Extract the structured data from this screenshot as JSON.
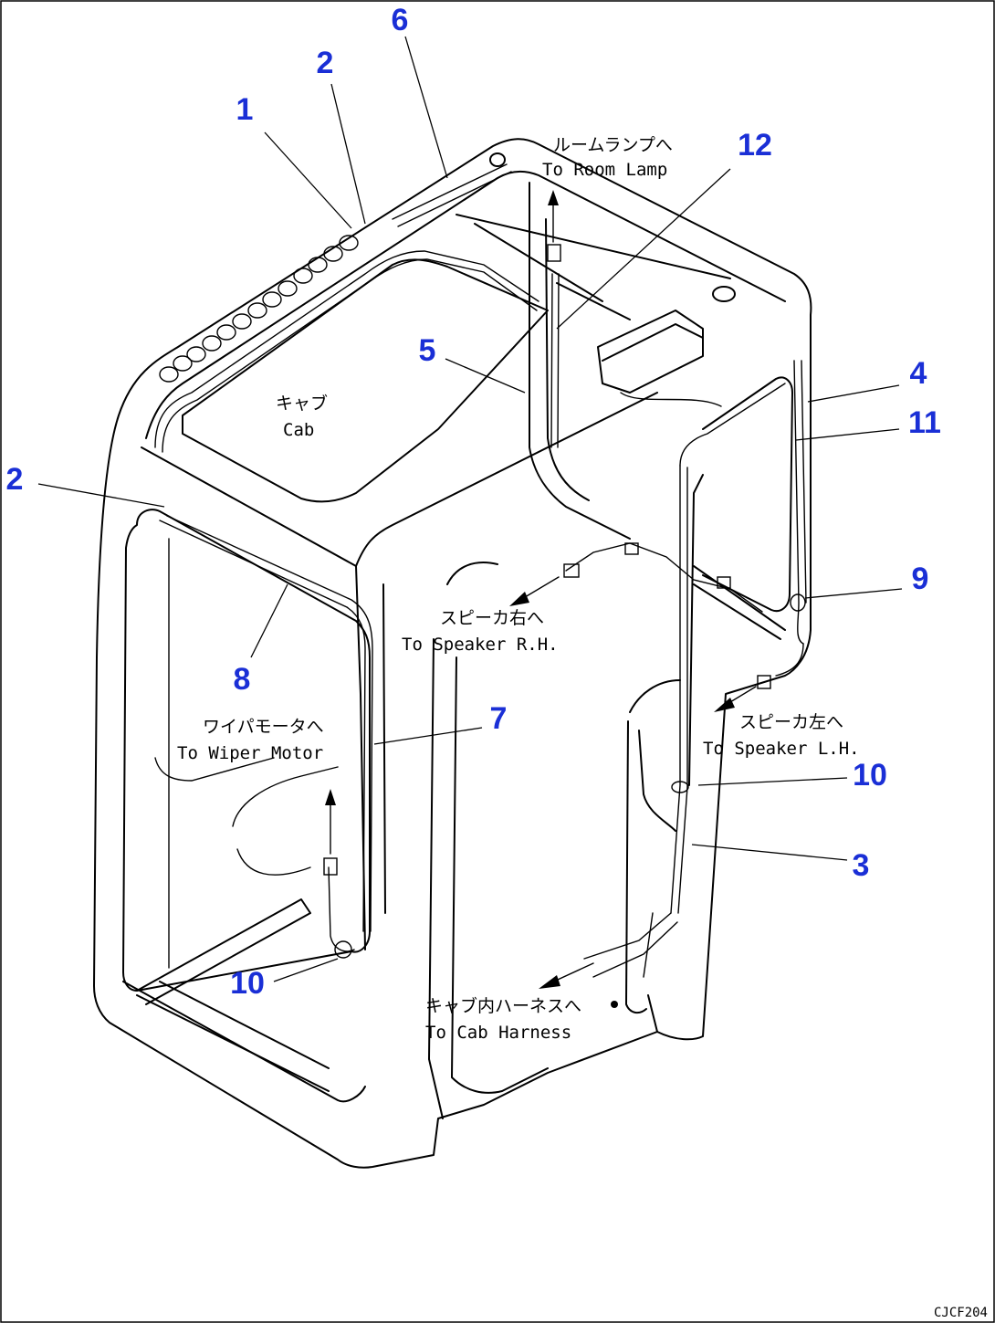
{
  "diagram": {
    "drawing_code": "CJCF204",
    "cab_label": {
      "jp": "キャブ",
      "en": "Cab"
    },
    "destinations": [
      {
        "id": "room-lamp",
        "jp": "ルームランプへ",
        "en": "To Room Lamp"
      },
      {
        "id": "speaker-rh",
        "jp": "スピーカ右へ",
        "en": "To Speaker R.H."
      },
      {
        "id": "speaker-lh",
        "jp": "スピーカ左へ",
        "en": "To Speaker L.H."
      },
      {
        "id": "wiper-motor",
        "jp": "ワイパモータへ",
        "en": "To Wiper Motor"
      },
      {
        "id": "cab-harness",
        "jp": "キャブ内ハーネスへ",
        "en": "To Cab Harness"
      }
    ],
    "callouts": [
      "1",
      "2",
      "2",
      "3",
      "4",
      "5",
      "6",
      "7",
      "8",
      "9",
      "10",
      "10",
      "11",
      "12"
    ]
  }
}
